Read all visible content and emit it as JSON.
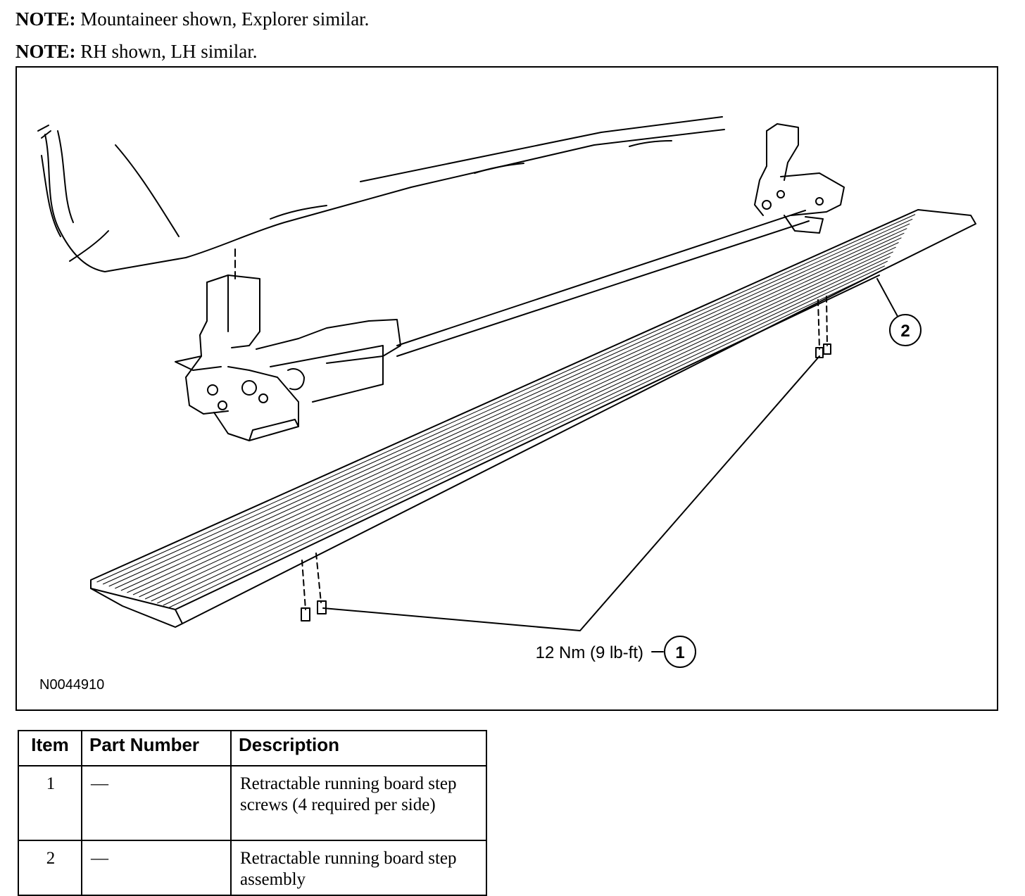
{
  "notes": [
    {
      "label": "NOTE:",
      "text": "Mountaineer shown, Explorer similar."
    },
    {
      "label": "NOTE:",
      "text": "RH shown, LH similar."
    }
  ],
  "figure": {
    "callouts": [
      {
        "number": "1",
        "text": "12 Nm (9 lb-ft)"
      },
      {
        "number": "2",
        "text": ""
      }
    ],
    "figure_id": "N0044910"
  },
  "table": {
    "headers": [
      "Item",
      "Part Number",
      "Description"
    ],
    "rows": [
      {
        "item": "1",
        "part_number": "—",
        "description": "Retractable running board step screws (4 required per side)"
      },
      {
        "item": "2",
        "part_number": "—",
        "description": "Retractable running board step assembly"
      }
    ]
  }
}
